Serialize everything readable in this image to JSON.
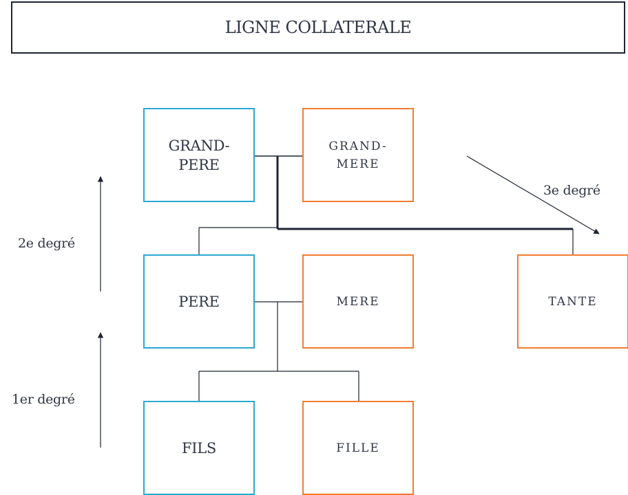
{
  "title": "LIGNE COLLATERALE",
  "nodes": {
    "grandpere": "GRAND-\nPERE",
    "grandmere": "GRAND-\nMERE",
    "pere": "PERE",
    "mere": "MERE",
    "tante": "TANTE",
    "fils": "FILS",
    "fille": "FILLE"
  },
  "degrees": {
    "first": "1er degré",
    "second": "2e degré",
    "third": "3e degré"
  },
  "colors": {
    "male_border": "#29a8d2",
    "female_border": "#f27c2d",
    "line": "#1c2333"
  }
}
